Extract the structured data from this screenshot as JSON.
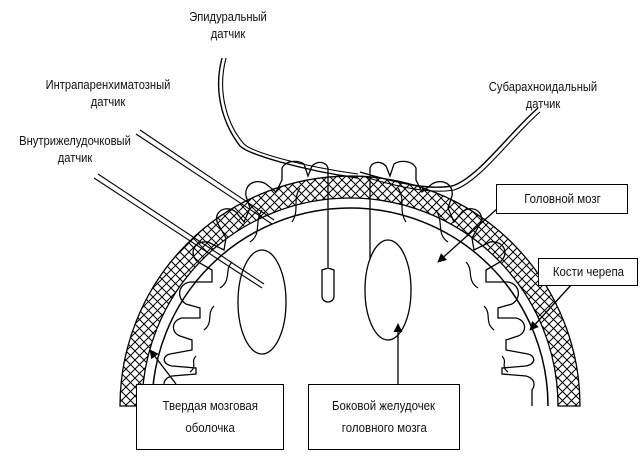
{
  "labels": {
    "epidural": [
      "Эпидуральный",
      "датчик"
    ],
    "intraparenchymal": [
      "Интрапаренхиматозный",
      "датчик"
    ],
    "intraventricular": [
      "Внутрижелудочковый",
      "датчик"
    ],
    "subarachnoid": [
      "Субарахноидальный",
      "датчик"
    ]
  },
  "boxes": {
    "brain": "Головной мозг",
    "skull": "Кости черепа",
    "dura": [
      "Твердая мозговая",
      "оболочка"
    ],
    "ventricle": [
      "Боковой желудочек",
      "головного мозга"
    ]
  },
  "colors": {
    "line": "#000000",
    "background": "#ffffff"
  }
}
